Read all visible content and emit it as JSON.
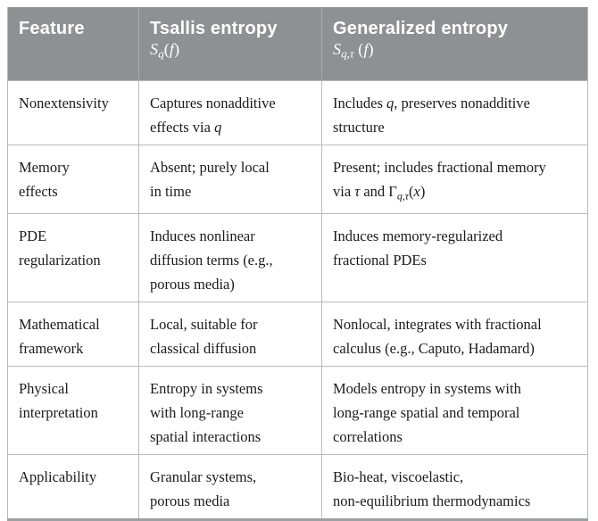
{
  "colors": {
    "header_bg": "#8e9192",
    "header_text": "#ffffff",
    "header_divider": "#a6a9ab",
    "body_text": "#1b1b1b",
    "grid_line": "#b9bab9",
    "bottom_border": "#9d9fa0",
    "page_bg": "#ffffff"
  },
  "header": {
    "feature": {
      "title": "Feature"
    },
    "tsallis": {
      "title": "Tsallis entropy",
      "math": [
        {
          "t": "S",
          "i": true
        },
        {
          "t": "q",
          "i": true,
          "sub": true
        },
        {
          "t": "("
        },
        {
          "t": "f",
          "i": true
        },
        {
          "t": ")"
        }
      ]
    },
    "generalized": {
      "title": "Generalized entropy",
      "math": [
        {
          "t": "S",
          "i": true
        },
        {
          "t": "q,τ",
          "i": true,
          "sub": true
        },
        {
          "t": " ("
        },
        {
          "t": "f",
          "i": true
        },
        {
          "t": ")"
        }
      ]
    }
  },
  "rows": [
    {
      "feature": [
        {
          "t": "Nonextensivity"
        }
      ],
      "tsallis": [
        {
          "t": "Captures nonadditive"
        },
        {
          "br": true
        },
        {
          "t": "effects via "
        },
        {
          "t": "q",
          "i": true
        }
      ],
      "generalized": [
        {
          "t": "Includes "
        },
        {
          "t": "q",
          "i": true
        },
        {
          "t": ", preserves nonadditive"
        },
        {
          "br": true
        },
        {
          "t": "structure"
        }
      ]
    },
    {
      "feature": [
        {
          "t": "Memory"
        },
        {
          "br": true
        },
        {
          "t": "effects"
        }
      ],
      "tsallis": [
        {
          "t": "Absent; purely local"
        },
        {
          "br": true
        },
        {
          "t": "in time"
        }
      ],
      "generalized": [
        {
          "t": "Present; includes fractional memory"
        },
        {
          "br": true
        },
        {
          "t": "via "
        },
        {
          "t": "τ",
          "i": true
        },
        {
          "t": " and Γ"
        },
        {
          "t": "q,τ",
          "i": true,
          "sub": true
        },
        {
          "t": "("
        },
        {
          "t": "x",
          "i": true
        },
        {
          "t": ")"
        }
      ]
    },
    {
      "feature": [
        {
          "t": "PDE"
        },
        {
          "br": true
        },
        {
          "t": "regularization"
        }
      ],
      "tsallis": [
        {
          "t": "Induces nonlinear"
        },
        {
          "br": true
        },
        {
          "t": "diffusion terms (e.g.,"
        },
        {
          "br": true
        },
        {
          "t": "porous media)"
        }
      ],
      "generalized": [
        {
          "t": "Induces memory-regularized"
        },
        {
          "br": true
        },
        {
          "t": "fractional PDEs"
        }
      ]
    },
    {
      "feature": [
        {
          "t": "Mathematical"
        },
        {
          "br": true
        },
        {
          "t": "framework"
        }
      ],
      "tsallis": [
        {
          "t": "Local, suitable for"
        },
        {
          "br": true
        },
        {
          "t": "classical diffusion"
        }
      ],
      "generalized": [
        {
          "t": "Nonlocal, integrates with fractional"
        },
        {
          "br": true
        },
        {
          "t": "calculus (e.g., Caputo, Hadamard)"
        }
      ]
    },
    {
      "feature": [
        {
          "t": "Physical"
        },
        {
          "br": true
        },
        {
          "t": "interpretation"
        }
      ],
      "tsallis": [
        {
          "t": "Entropy in systems"
        },
        {
          "br": true
        },
        {
          "t": "with long-range"
        },
        {
          "br": true
        },
        {
          "t": "spatial interactions"
        }
      ],
      "generalized": [
        {
          "t": "Models entropy in systems with"
        },
        {
          "br": true
        },
        {
          "t": "long-range spatial and temporal"
        },
        {
          "br": true
        },
        {
          "t": "correlations"
        }
      ]
    },
    {
      "feature": [
        {
          "t": "Applicability"
        }
      ],
      "tsallis": [
        {
          "t": "Granular systems,"
        },
        {
          "br": true
        },
        {
          "t": "porous media"
        }
      ],
      "generalized": [
        {
          "t": "Bio-heat, viscoelastic,"
        },
        {
          "br": true
        },
        {
          "t": "non-equilibrium thermodynamics"
        }
      ]
    }
  ]
}
